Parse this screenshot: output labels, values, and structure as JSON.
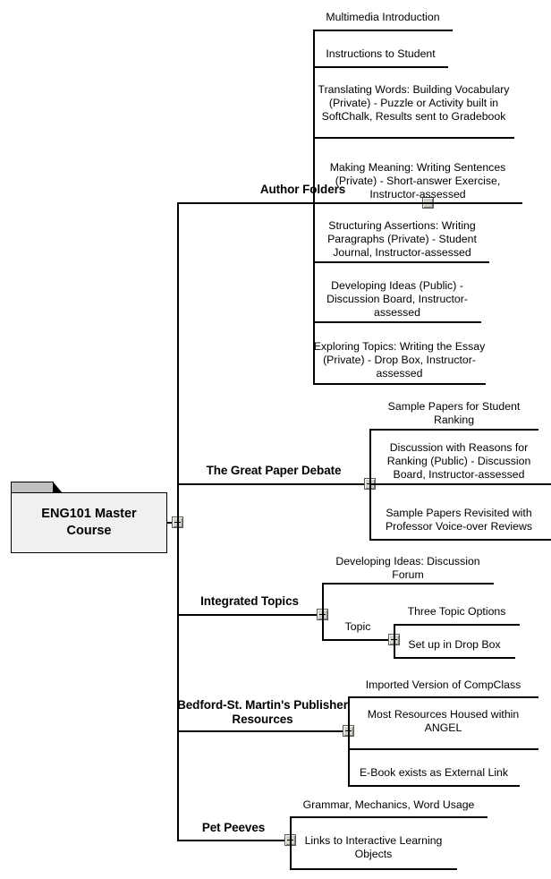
{
  "diagram": {
    "type": "mind-map",
    "title": "ENG101 Master Course",
    "root": {
      "label": "ENG101 Master Course",
      "shape": "folder",
      "fill": "#f0f0f0",
      "tab_fill": "#c0c0c0",
      "border": "#000000"
    },
    "toggle_icon": "minus-box-icon",
    "branches": [
      {
        "label": "Author Folders",
        "leaves": [
          "Multimedia Introduction",
          "Instructions to Student",
          "Translating Words:  Building Vocabulary (Private) - Puzzle or Activity built in SoftChalk, Results sent to Gradebook",
          "Making Meaning:  Writing Sentences (Private) - Short-answer Exercise, Instructor-assessed",
          "Structuring Assertions:  Writing Paragraphs (Private) - Student Journal, Instructor-assessed",
          "Developing Ideas (Public) - Discussion Board, Instructor-assessed",
          "Exploring Topics:  Writing the Essay (Private) - Drop Box, Instructor-assessed"
        ]
      },
      {
        "label": "The Great Paper Debate",
        "leaves": [
          "Sample Papers for Student Ranking",
          "Discussion with Reasons for Ranking (Public) - Discussion Board, Instructor-assessed",
          "Sample Papers Revisited with Professor Voice-over Reviews"
        ]
      },
      {
        "label": "Integrated Topics",
        "leaves": [
          "Developing Ideas:  Discussion Forum"
        ],
        "sub_branch": {
          "label": "Topic",
          "leaves": [
            "Three Topic Options",
            "Set up in Drop Box"
          ]
        }
      },
      {
        "label": "Bedford-St. Martin's Publisher Resources",
        "leaves": [
          "Imported Version of CompClass",
          "Most Resources Housed within ANGEL",
          "E-Book exists as External Link"
        ]
      },
      {
        "label": "Pet Peeves",
        "leaves": [
          "Grammar, Mechanics, Word Usage",
          "Links to Interactive Learning Objects"
        ]
      }
    ]
  }
}
